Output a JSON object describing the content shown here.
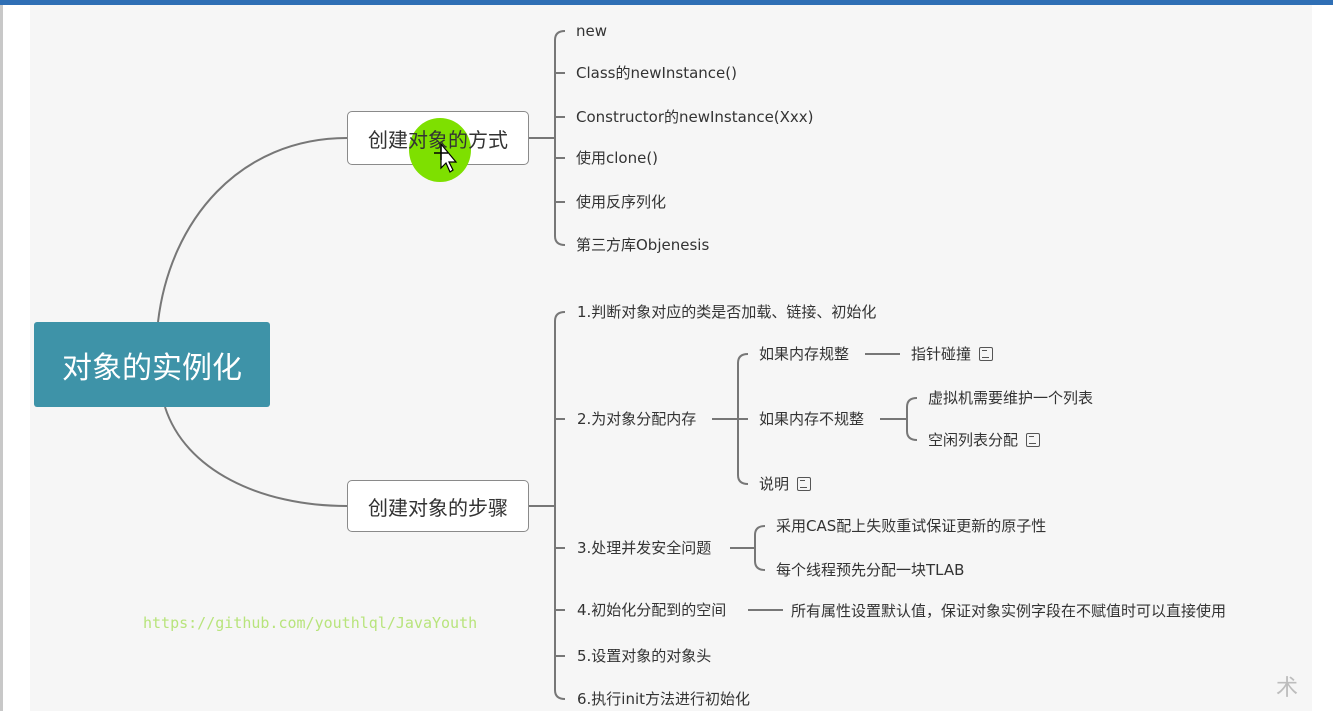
{
  "root": "对象的实例化",
  "branch_ways": {
    "label": "创建对象的方式",
    "items": [
      "new",
      "Class的newInstance()",
      "Constructor的newInstance(Xxx)",
      "使用clone()",
      "使用反序列化",
      "第三方库Objenesis"
    ]
  },
  "branch_steps": {
    "label": "创建对象的步骤",
    "items": [
      "1.判断对象对应的类是否加载、链接、初始化",
      "2.为对象分配内存",
      "3.处理并发安全问题",
      "4.初始化分配到的空间",
      "5.设置对象的对象头",
      "6.执行init方法进行初始化"
    ],
    "step2": {
      "regular": "如果内存规整",
      "regular_child": "指针碰撞",
      "irregular": "如果内存不规整",
      "irregular_children": [
        "虚拟机需要维护一个列表",
        "空闲列表分配"
      ],
      "note": "说明"
    },
    "step3": [
      "采用CAS配上失败重试保证更新的原子性",
      "每个线程预先分配一块TLAB"
    ],
    "step4": "所有属性设置默认值，保证对象实例字段在不赋值时可以直接使用"
  },
  "watermark_url": "https://github.com/youthlql/JavaYouth",
  "corner_logo": "术",
  "colors": {
    "root": "#3e93a8",
    "cursor_highlight": "#7ee000",
    "url": "#b8e47c"
  }
}
